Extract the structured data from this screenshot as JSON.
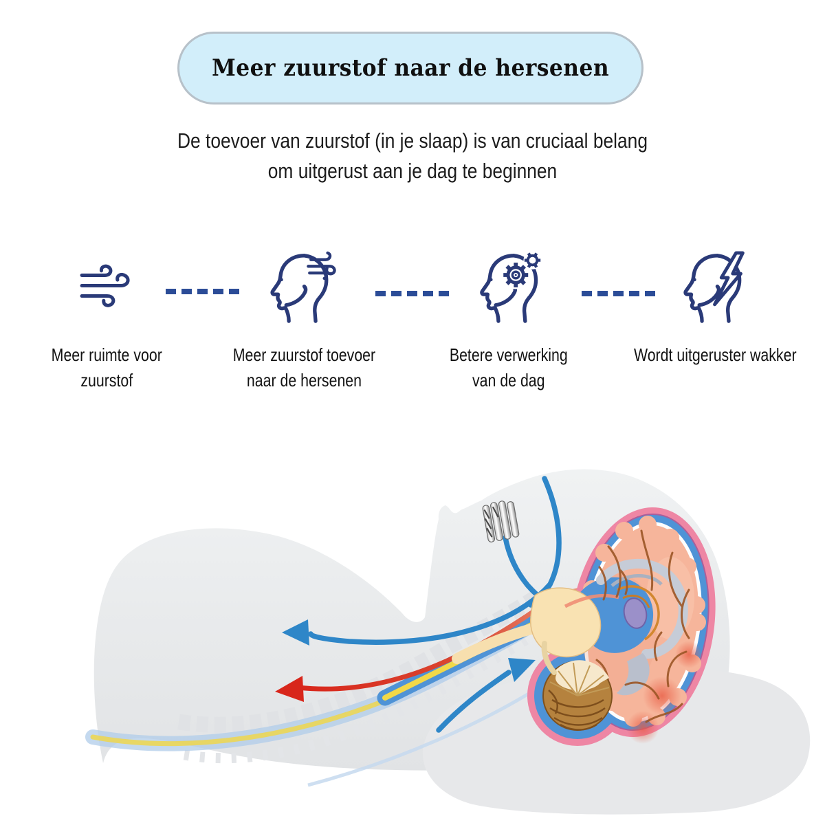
{
  "title": "Meer zuurstof naar de hersenen",
  "subtitle": {
    "line1": "De toevoer van zuurstof (in je slaap) is van cruciaal belang",
    "line2": "om uitgerust aan je dag te beginnen"
  },
  "benefits": {
    "items": [
      {
        "icon": "wind-icon",
        "line1": "Meer ruimte voor",
        "line2": "zuurstof"
      },
      {
        "icon": "head-breath-icon",
        "line1": "Meer zuurstof toevoer",
        "line2": "naar de hersenen"
      },
      {
        "icon": "head-gears-icon",
        "line1": "Betere verwerking",
        "line2": "van de dag"
      },
      {
        "icon": "head-lightning-icon",
        "line1": "Wordt uitgeruster wakker",
        "line2": ""
      }
    ]
  },
  "illustration": {
    "elements": [
      "body-silhouette",
      "face-profile",
      "nasal-dilator-device",
      "airway-lines",
      "exhale-arrow",
      "inhale-arrow",
      "artery-line",
      "spine",
      "spinal-cord",
      "brain-cross-section",
      "corpus-callosum",
      "ventricles",
      "brainstem",
      "cerebellum",
      "pillow"
    ]
  },
  "colors": {
    "pill_fill": "#d2eefa",
    "pill_border": "#b7c1c9",
    "icon_navy": "#2a3a78",
    "dash_blue": "#2b4c97",
    "airflow_blue": "#2e86c8",
    "artery_red": "#d8261b",
    "spinal_yellow": "#f2d848",
    "spinal_blue": "#4f93d6",
    "brain_pink_ring": "#ee86a4",
    "brain_blue_ring": "#4f93d6",
    "brain_salmon": "#f6b59b",
    "sulci_brown": "#9c5626",
    "cerebellum_brown": "#b5823e",
    "silhouette_gray": "#e9ebed",
    "pillow_gray": "#e7e8ea"
  }
}
